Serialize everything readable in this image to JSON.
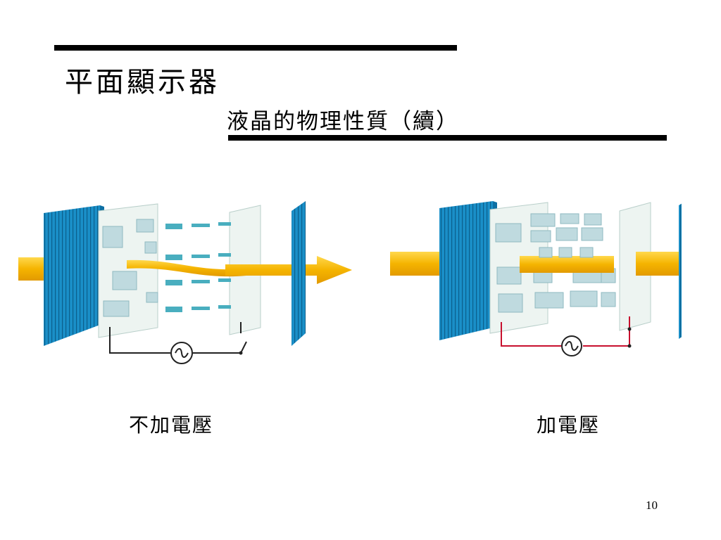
{
  "slide": {
    "title": "平面顯示器",
    "subtitle": "液晶的物理性質（續）",
    "page_number": "10"
  },
  "figures": [
    {
      "caption": "不加電壓",
      "switch": "open",
      "light_passes": true
    },
    {
      "caption": "加電壓",
      "switch": "closed",
      "light_passes": false
    }
  ],
  "colors": {
    "polarizer": "#1a8fc8",
    "light_beam": "#f5b400",
    "crystal": "#cfe4e6",
    "glass": "#edf4f1",
    "wire_off": "#222222",
    "wire_on": "#c8102e"
  },
  "icons": [
    "ac-source-icon",
    "switch-icon",
    "arrow-icon"
  ]
}
